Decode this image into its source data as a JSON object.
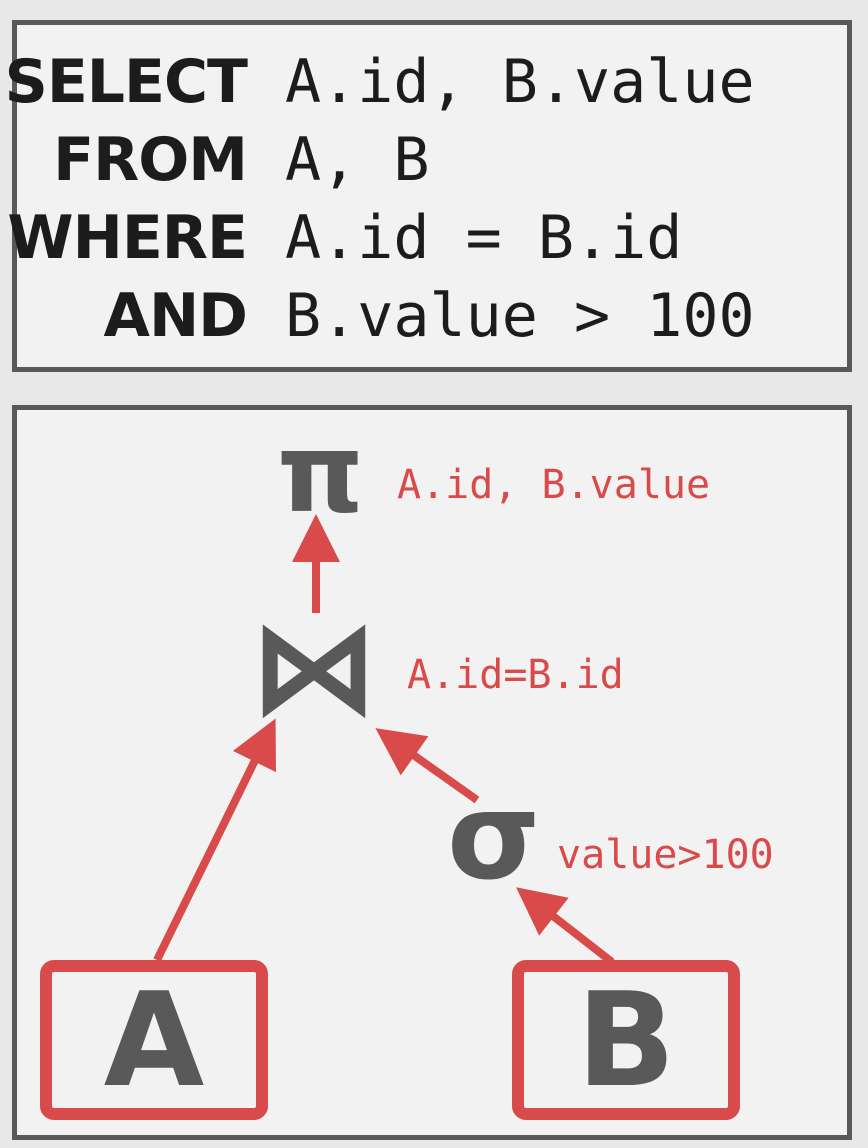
{
  "sql": {
    "lines": [
      {
        "keyword": "SELECT",
        "rest": "A.id, B.value"
      },
      {
        "keyword": "FROM",
        "rest": "A, B"
      },
      {
        "keyword": "WHERE",
        "rest": "A.id = B.id"
      },
      {
        "keyword": "AND",
        "rest": "B.value > 100"
      }
    ]
  },
  "plan": {
    "projection": {
      "symbol": "π",
      "label": "A.id, B.value"
    },
    "join": {
      "symbol": "⋈",
      "label": "A.id=B.id"
    },
    "selection": {
      "symbol": "σ",
      "label": "value>100"
    },
    "relation_a": {
      "name": "A"
    },
    "relation_b": {
      "name": "B"
    }
  },
  "colors": {
    "accent": "#d94a4a",
    "operator": "#595959",
    "text": "#1c1c1c",
    "border": "#595959",
    "panel": "#f2f2f2"
  }
}
